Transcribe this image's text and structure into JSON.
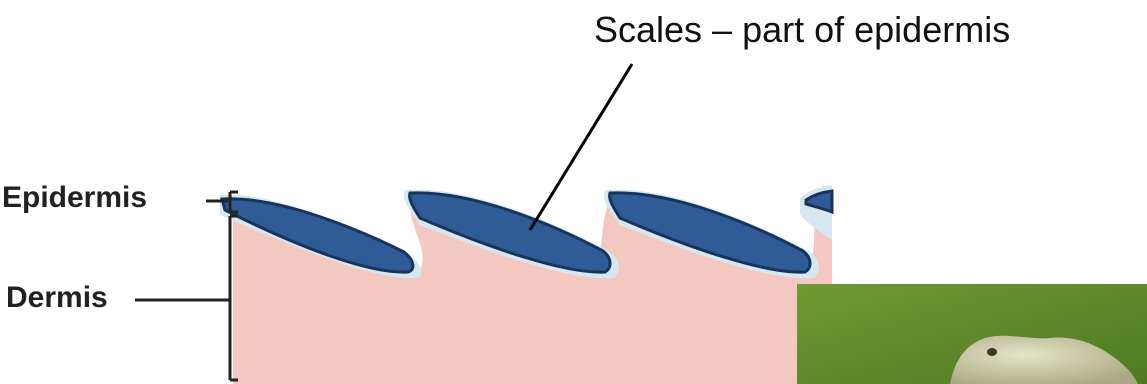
{
  "diagram": {
    "callout": "Scales – part of epidermis",
    "labels": {
      "epidermis": "Epidermis",
      "dermis": "Dermis"
    },
    "colors": {
      "scale_fill": "#2f5c96",
      "scale_outline": "#17345e",
      "scale_edge": "#d6e7ef",
      "dermis_fill": "#f2c8c0",
      "bracket": "#222222",
      "background": "#ffffff"
    }
  },
  "photo": {
    "subject": "lizard on green background",
    "colors": {
      "background": "#5f8b2b",
      "animal": "#c9c9a6"
    }
  }
}
